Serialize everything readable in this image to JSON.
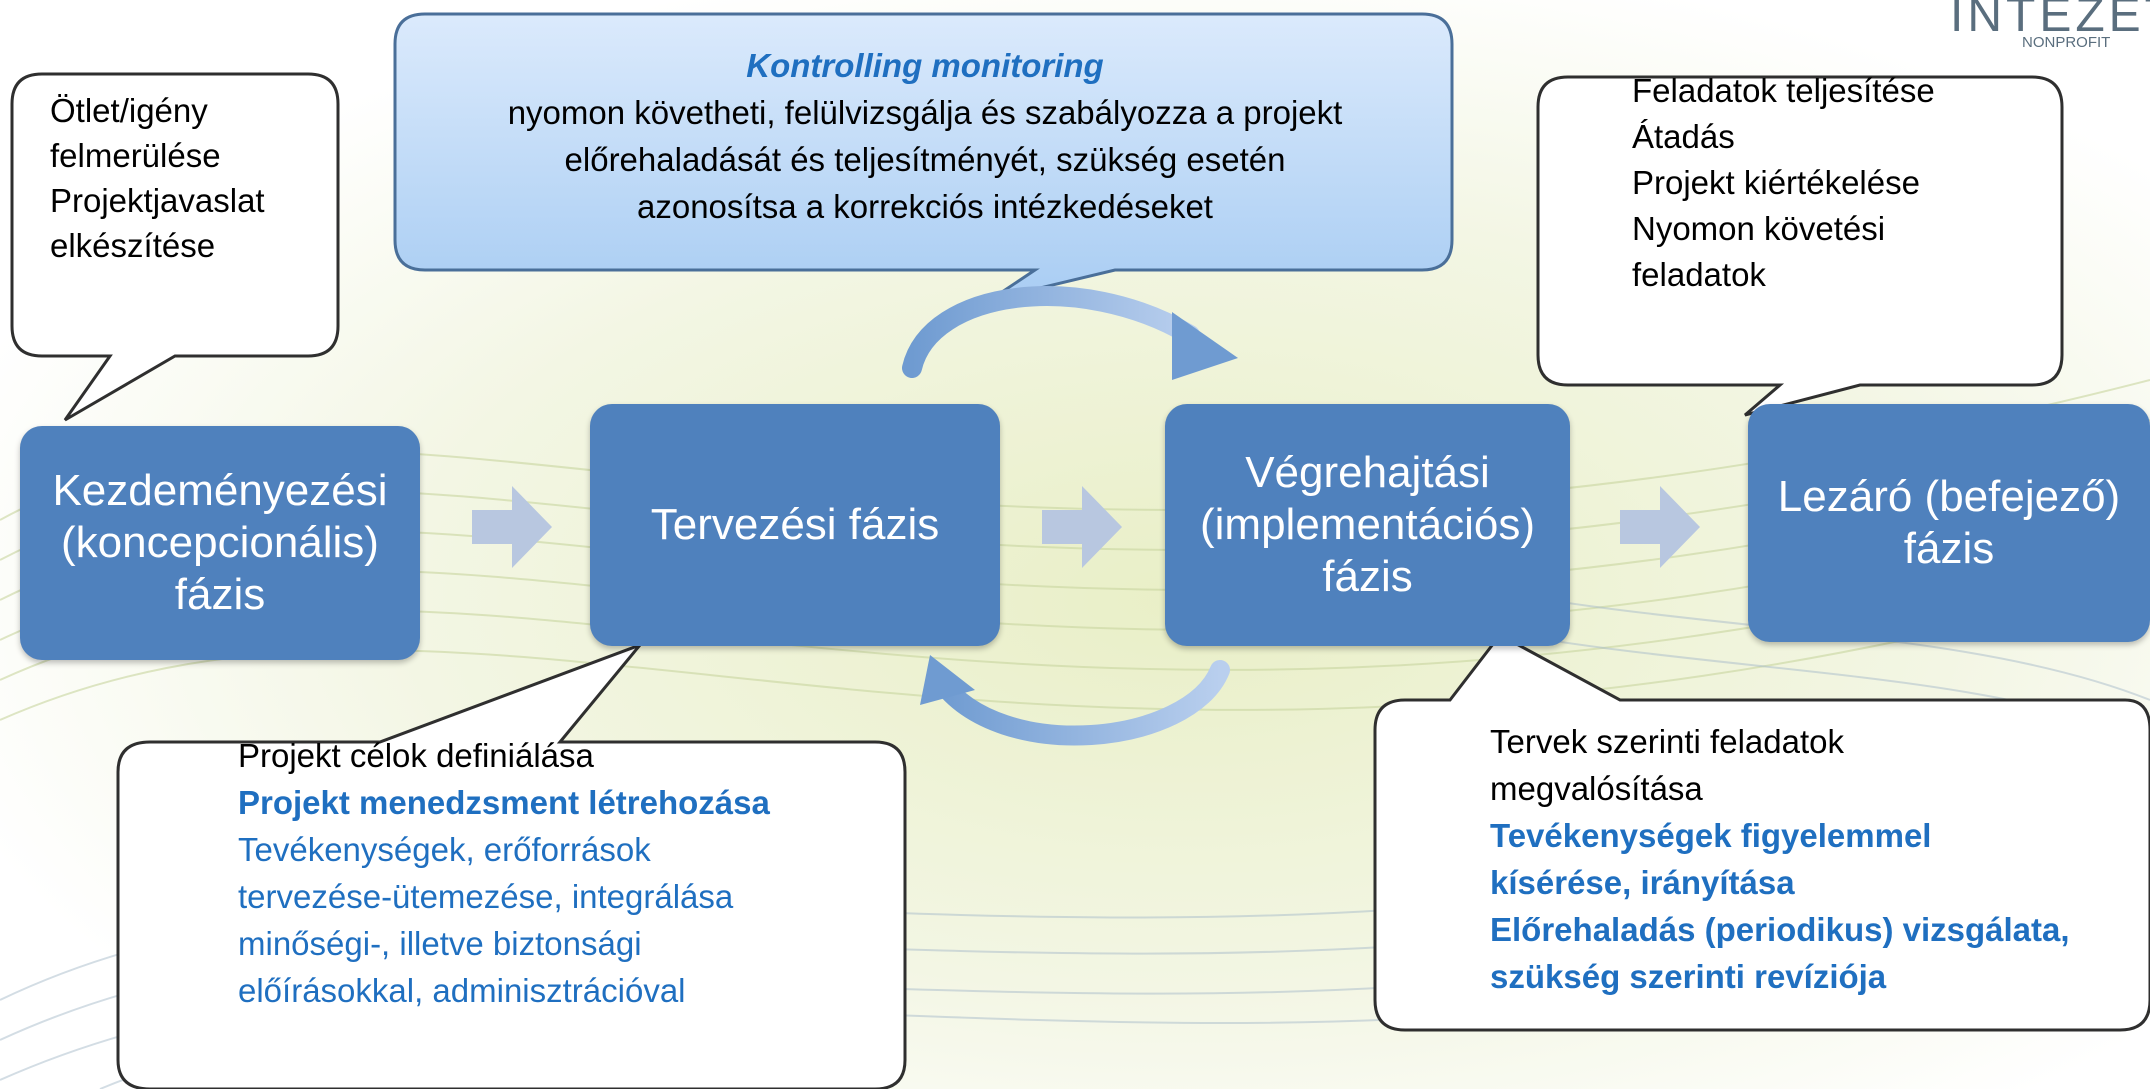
{
  "logo": {
    "main": "INTÉZET",
    "sub": "NONPROFIT"
  },
  "phases": [
    {
      "label": "Kezdeményezési (koncepcionális) fázis"
    },
    {
      "label": "Tervezési fázis"
    },
    {
      "label": "Végrehajtási (implementációs) fázis"
    },
    {
      "label": "Lezáró (befejező) fázis"
    }
  ],
  "callouts": {
    "idea": {
      "lines": [
        "Ötlet/igény",
        "felmerülése",
        "Projektjavaslat",
        "elkészítése"
      ]
    },
    "monitoring": {
      "title": "Kontrolling monitoring",
      "lines": [
        "nyomon követheti, felülvizsgálja és szabályozza a projekt",
        "előrehaladását és teljesítményét, szükség esetén",
        "azonosítsa a korrekciós intézkedéseket"
      ]
    },
    "closing": {
      "lines": [
        "Feladatok teljesítése",
        "Átadás",
        "Projekt kiértékelése",
        "Nyomon követési",
        "feladatok"
      ]
    },
    "planning": {
      "line1": "Projekt célok definiálása",
      "line2": "Projekt menedzsment létrehozása",
      "lines": [
        "Tevékenységek, erőforrások",
        "tervezése-ütemezése, integrálása",
        "minőségi-, illetve biztonsági",
        "előírásokkal, adminisztrációval"
      ]
    },
    "execution": {
      "lines": [
        "Tervek szerinti feladatok",
        "megvalósítása"
      ],
      "bold_lines": [
        "Tevékenységek figyelemmel",
        "kísérése, irányítása",
        "Előrehaladás (periodikus) vizsgálata,",
        "szükség szerinti revíziója"
      ]
    }
  },
  "colors": {
    "phase_fill": "#4f81bd",
    "arrow_fill": "#b8c7e0",
    "callout_blue_top": "#dbeafc",
    "callout_blue_bottom": "#a9cdf3",
    "emphasis_text": "#1f6fc0"
  }
}
